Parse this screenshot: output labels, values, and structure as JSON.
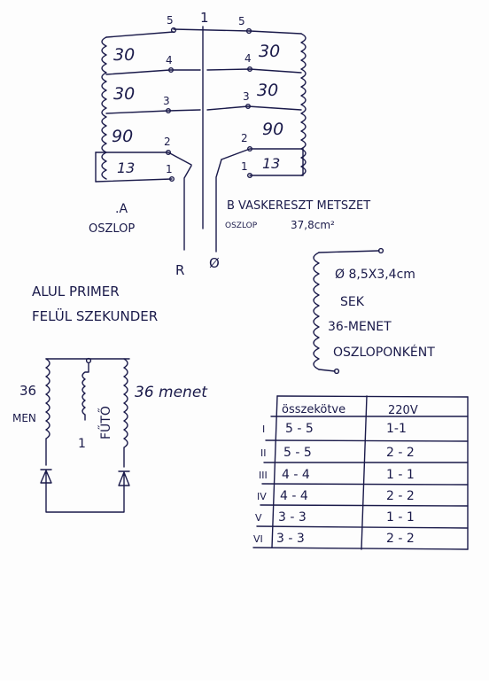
{
  "top_tap": "1",
  "left_coil": {
    "pins": [
      "5",
      "4",
      "3",
      "2",
      "1"
    ],
    "turns": [
      "30",
      "30",
      "90",
      "13"
    ],
    "column_letter": ".A",
    "column_label": "OSZLOP"
  },
  "right_coil": {
    "pins": [
      "5",
      "4",
      "3",
      "2",
      "1"
    ],
    "turns": [
      "30",
      "30",
      "90",
      "13"
    ]
  },
  "lead_r": "R",
  "lead_zero": "Ø",
  "core_title": "B VASKERESZT METSZET",
  "core_sub": "OSZLOP",
  "core_area": "37,8cm²",
  "label_primary": "ALUL PRIMER",
  "label_secondary": "FELÜL SZEKUNDER",
  "sec_spec": {
    "dims": "Ø 8,5X3,4cm",
    "line1": "SEK",
    "line2": "36-MENET",
    "line3": "OSZLOPONKÉNT"
  },
  "rect_circuit": {
    "left_turns": "36",
    "left_unit": "MEN",
    "middle_label": "FŰTŐ",
    "middle_num": "1",
    "right_label": "36 menet"
  },
  "table": {
    "headers": [
      "összekötve",
      "220V"
    ],
    "rows": [
      {
        "n": "I",
        "conn": "5 - 5",
        "v": "1-1"
      },
      {
        "n": "II",
        "conn": "5 - 5",
        "v": "2 - 2"
      },
      {
        "n": "III",
        "conn": "4 - 4",
        "v": "1 - 1"
      },
      {
        "n": "IV",
        "conn": "4 - 4",
        "v": "2 - 2"
      },
      {
        "n": "V",
        "conn": "3 - 3",
        "v": "1 - 1"
      },
      {
        "n": "VI",
        "conn": "3 - 3",
        "v": "2 - 2"
      }
    ]
  }
}
